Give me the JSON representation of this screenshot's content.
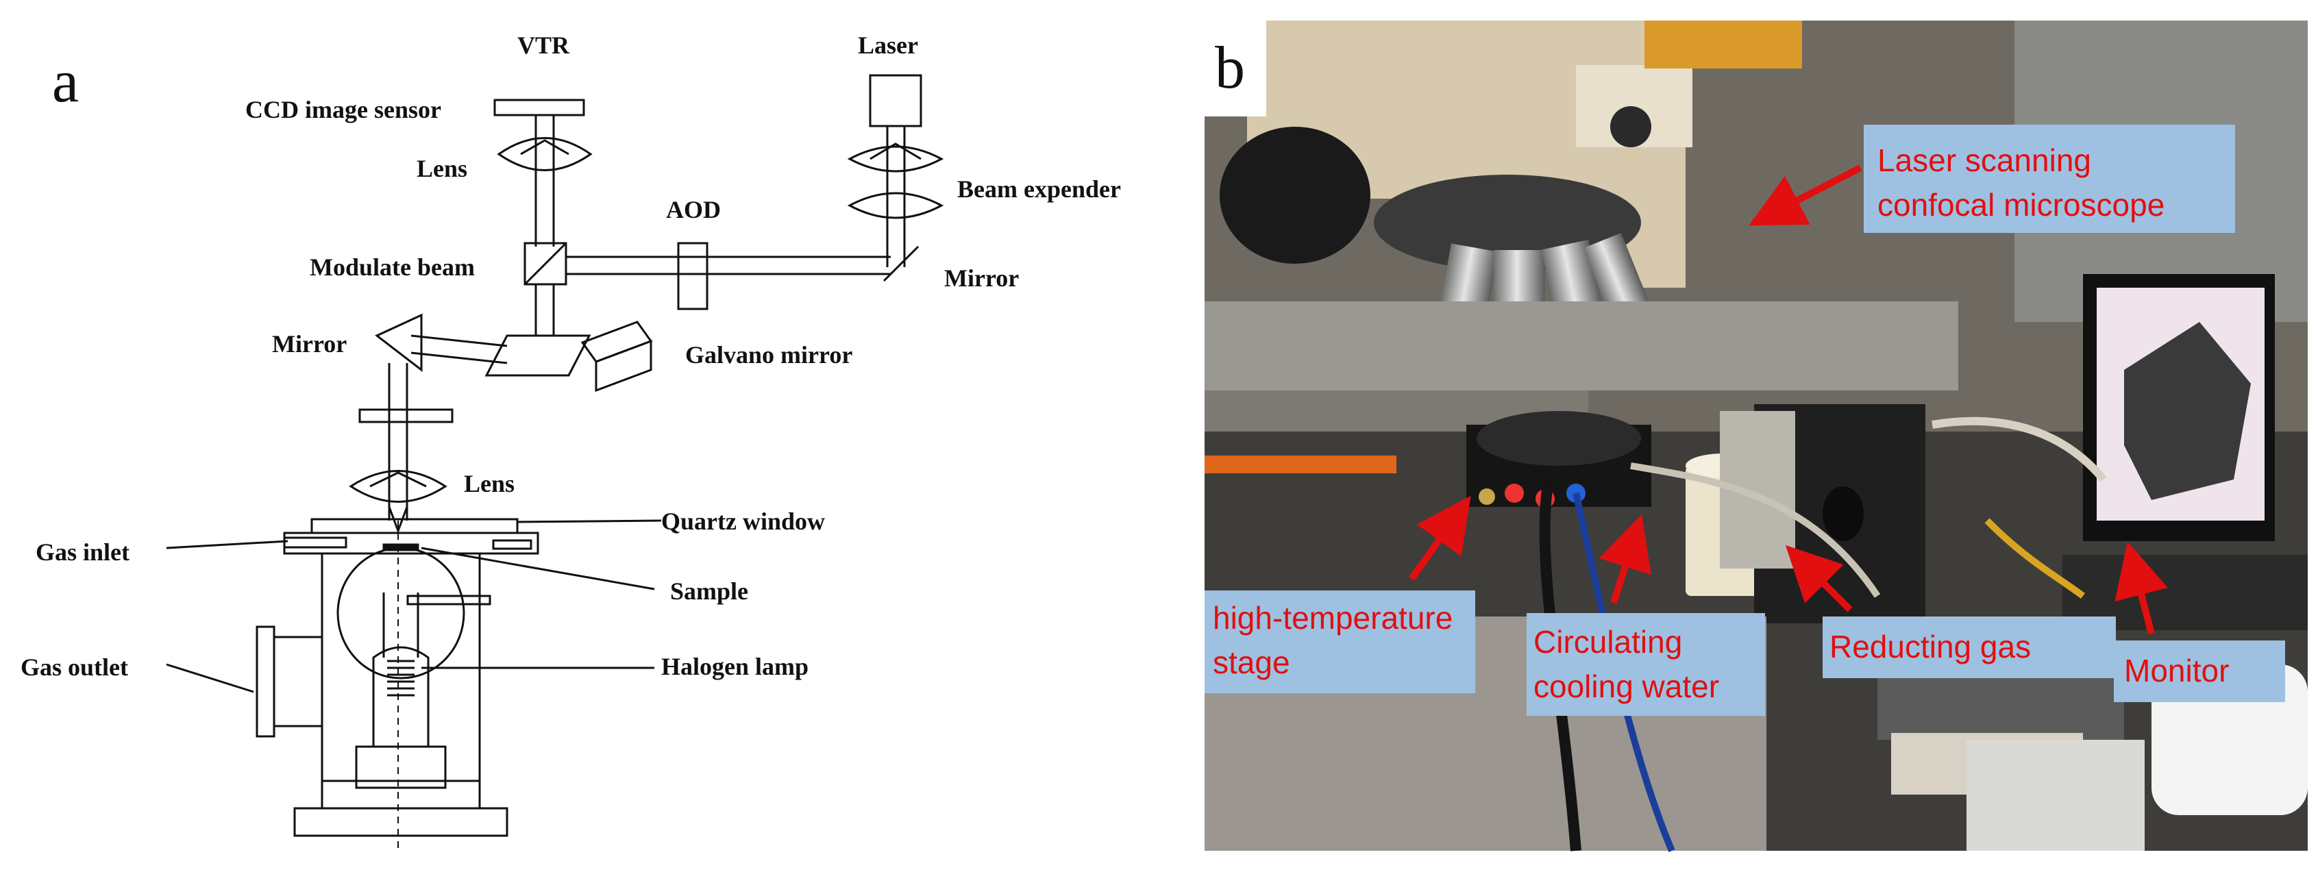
{
  "panel_a": {
    "panel_letter": "a",
    "labels": {
      "vtr": "VTR",
      "laser": "Laser",
      "ccd": "CCD image sensor",
      "lens_top": "Lens",
      "beam_expender": "Beam expender",
      "aod": "AOD",
      "modulate_beam": "Modulate beam",
      "mirror_right": "Mirror",
      "mirror_left": "Mirror",
      "galvano_mirror": "Galvano mirror",
      "lens_lower": "Lens",
      "quartz_window": "Quartz window",
      "gas_inlet": "Gas inlet",
      "sample": "Sample",
      "gas_outlet": "Gas outlet",
      "halogen_lamp": "Halogen lamp"
    }
  },
  "panel_b": {
    "panel_letter": "b",
    "callout_color": "#e10f0f",
    "box_color": "#9ec1e2",
    "callouts": {
      "microscope_line1": "Laser scanning",
      "microscope_line2": "confocal microscope",
      "stage_line1": "high-temperature",
      "stage_line2": "stage",
      "water_line1": "Circulating",
      "water_line2": "cooling water",
      "gas": "Reducting gas",
      "monitor": "Monitor"
    }
  }
}
